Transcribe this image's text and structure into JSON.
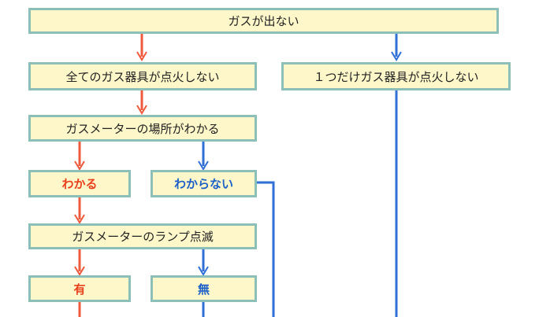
{
  "colors": {
    "box_fill": "#fdf7c9",
    "box_border": "#8bbfb7",
    "red_path": "#ef5a3c",
    "blue_path": "#2f6fd6",
    "red_text": "#e8401c",
    "blue_text": "#1c5fc8"
  },
  "nodes": {
    "top": "ガスが出ない",
    "all_appliances": "全てのガス器具が点火しない",
    "one_appliance": "１つだけガス器具が点火しない",
    "meter_location": "ガスメーターの場所がわかる",
    "known": "わかる",
    "unknown": "わからない",
    "lamp_blink": "ガスメーターのランプ点滅",
    "yes": "有",
    "no": "無"
  }
}
